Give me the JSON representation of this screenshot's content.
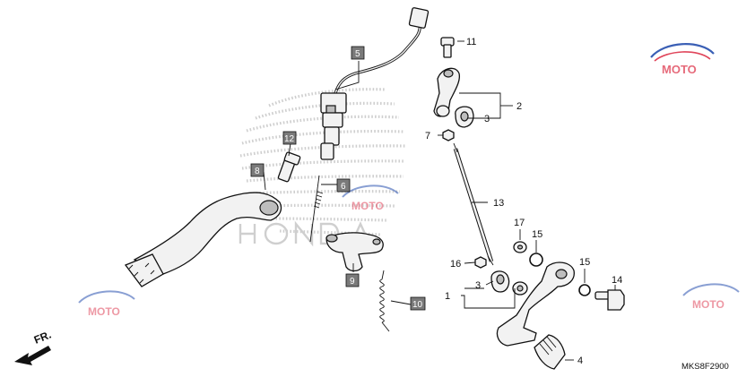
{
  "diagram": {
    "code": "MKS8F2900",
    "direction_label": "FR.",
    "watermark_text": "MOTO",
    "colors": {
      "ink": "#111111",
      "box_fill": "#7a7a7a",
      "watermark_gray": "#cfcfcf",
      "logo_blue": "#3a5fb5",
      "logo_red": "#e0455a"
    },
    "callouts": {
      "c1": "1",
      "c2": "2",
      "c3a": "3",
      "c3b": "3",
      "c4": "4",
      "c7": "7",
      "c11": "11",
      "c13": "13",
      "c14": "14",
      "c15a": "15",
      "c15b": "15",
      "c16": "16",
      "c17": "17"
    },
    "boxed": {
      "b5": "5",
      "b6": "6",
      "b8": "8",
      "b9": "9",
      "b10": "10",
      "b12": "12"
    }
  }
}
